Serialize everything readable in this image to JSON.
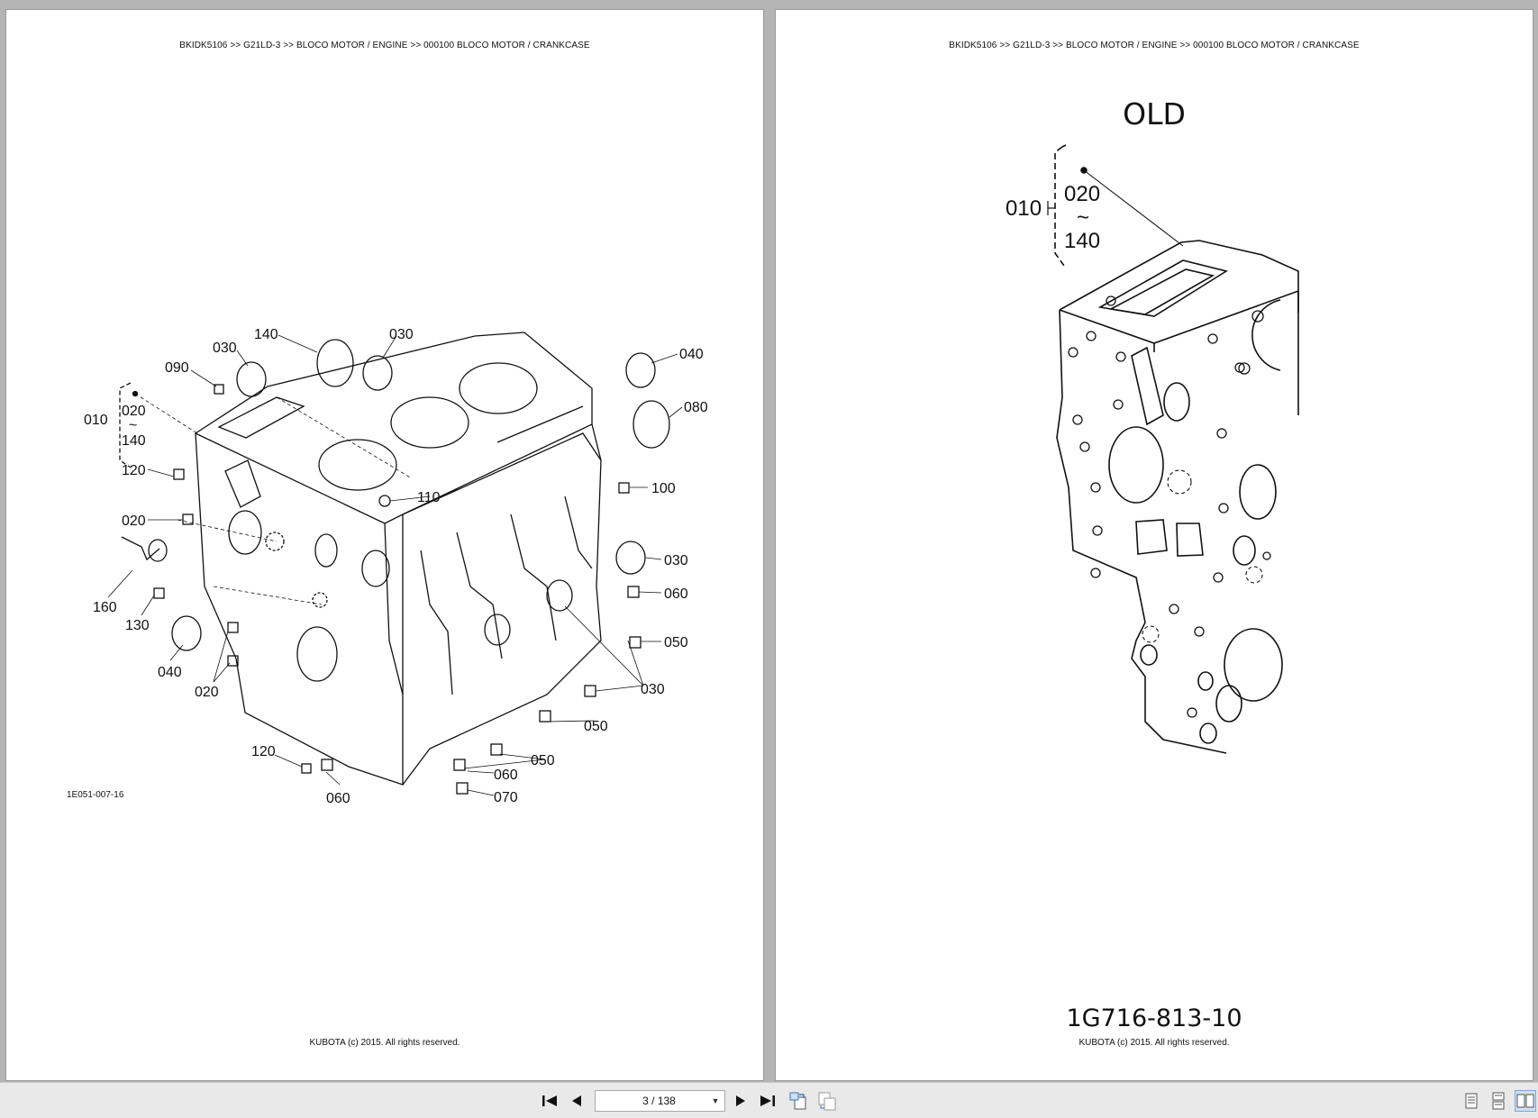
{
  "header_text": "BKIDK5106 >> G21LD-3 >> BLOCO MOTOR / ENGINE >> 000100   BLOCO MOTOR / CRANKCASE",
  "footer_text": "KUBOTA (c) 2015. All rights reserved.",
  "left_page": {
    "figure_id": "1E051-007-16",
    "callouts": [
      "140",
      "030",
      "030",
      "090",
      "010",
      "020",
      "~",
      "140",
      "120",
      "020",
      "160",
      "130",
      "040",
      "020",
      "120",
      "060",
      "040",
      "080",
      "100",
      "110",
      "030",
      "060",
      "050",
      "030",
      "050",
      "050",
      "060",
      "070"
    ]
  },
  "right_page": {
    "title": "OLD",
    "part_number": "1G716-813-10",
    "callouts": [
      "010",
      "020",
      "~",
      "140"
    ]
  },
  "toolbar": {
    "page_indicator": "3 / 138",
    "icons": [
      "first-page-icon",
      "prev-page-icon",
      "next-page-icon",
      "last-page-icon",
      "rotate-icon",
      "facing-pages-icon",
      "single-page-view-icon",
      "continuous-view-icon",
      "two-page-view-icon"
    ]
  },
  "colors": {
    "background": "#b5b5b5",
    "page": "#ffffff",
    "toolbar": "#e9e9e9",
    "ink": "#111111",
    "accent": "#3a7ab8"
  }
}
